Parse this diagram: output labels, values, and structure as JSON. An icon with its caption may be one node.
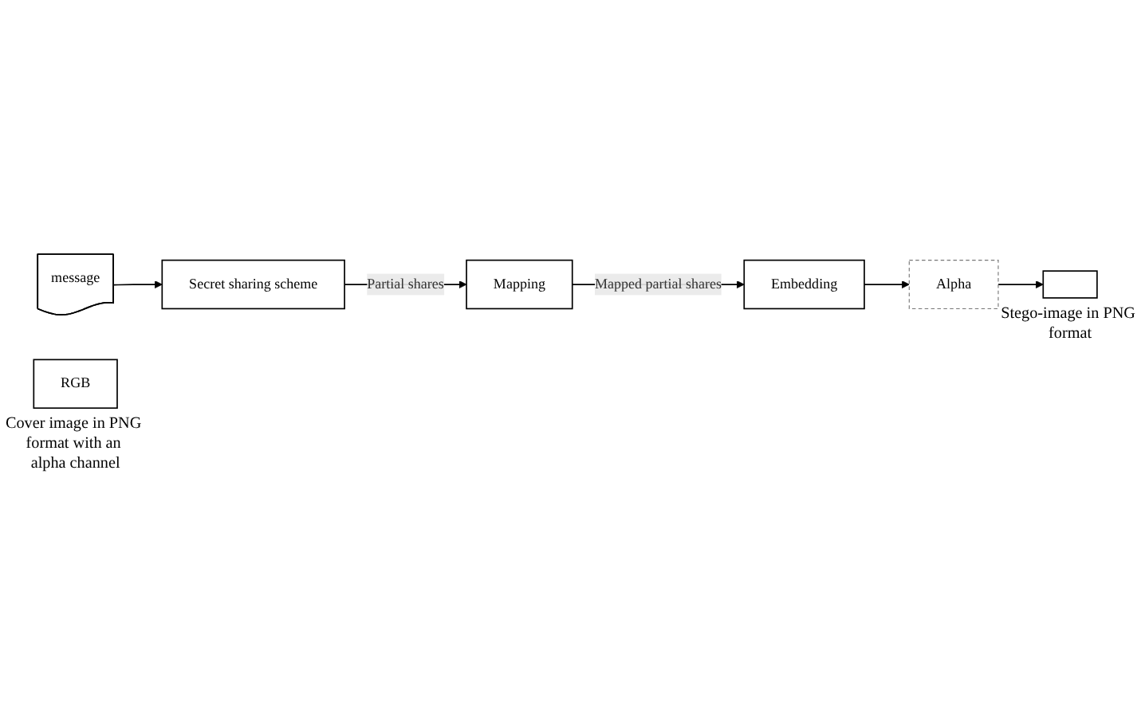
{
  "diagram": {
    "nodes": [
      {
        "text": [
          "message"
        ]
      },
      {
        "text": [
          "Secret sharing scheme"
        ]
      },
      {
        "text": [
          "Mapping"
        ]
      },
      {
        "text": [
          "Embedding"
        ]
      },
      {
        "text": [
          "Alpha"
        ]
      },
      {
        "text": [
          "RGB"
        ],
        "beside": [
          "Cover image in PNG format with an alpha channel"
        ]
      },
      {
        "text": [],
        "shape": "box",
        "beside": [
          "Stego-image in PNG format"
        ]
      }
    ],
    "edges": [
      {
        "from": 0,
        "to": 1,
        "arrow": "to"
      },
      {
        "from": 1,
        "to": 2,
        "arrow": "to",
        "label": "Partial shares"
      },
      {
        "from": 2,
        "to": 3,
        "arrow": "to",
        "label": "Mapped partial shares"
      },
      {
        "from": 3,
        "to": 4,
        "arrow": "to"
      },
      {
        "from": 4,
        "to": 6,
        "arrow": "to"
      }
    ]
  }
}
